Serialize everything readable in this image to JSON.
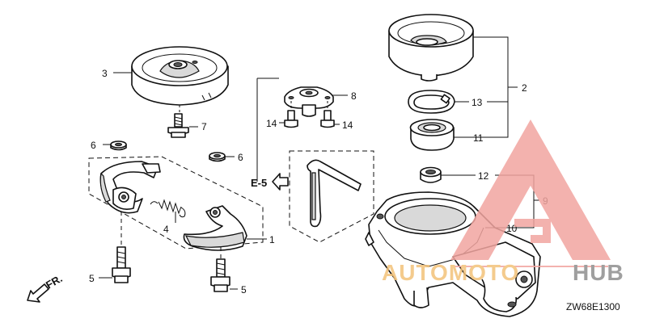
{
  "callouts": {
    "c1": "1",
    "c2": "2",
    "c3": "3",
    "c4": "4",
    "c5a": "5",
    "c5b": "5",
    "c6a": "6",
    "c6b": "6",
    "c7": "7",
    "c8": "8",
    "c9": "9",
    "c10": "10",
    "c11": "11",
    "c12": "12",
    "c13": "13",
    "c14a": "14",
    "c14b": "14"
  },
  "reference": {
    "label": "E-5"
  },
  "direction": {
    "label": "FR."
  },
  "diagram_code": "ZW68E1300",
  "watermark": {
    "word_1": "AUTOMOTO",
    "word_2": "HUB",
    "color_main": "#f2a5a0",
    "color_text": "#f3c27a",
    "color_hub": "#8f8f8f"
  }
}
